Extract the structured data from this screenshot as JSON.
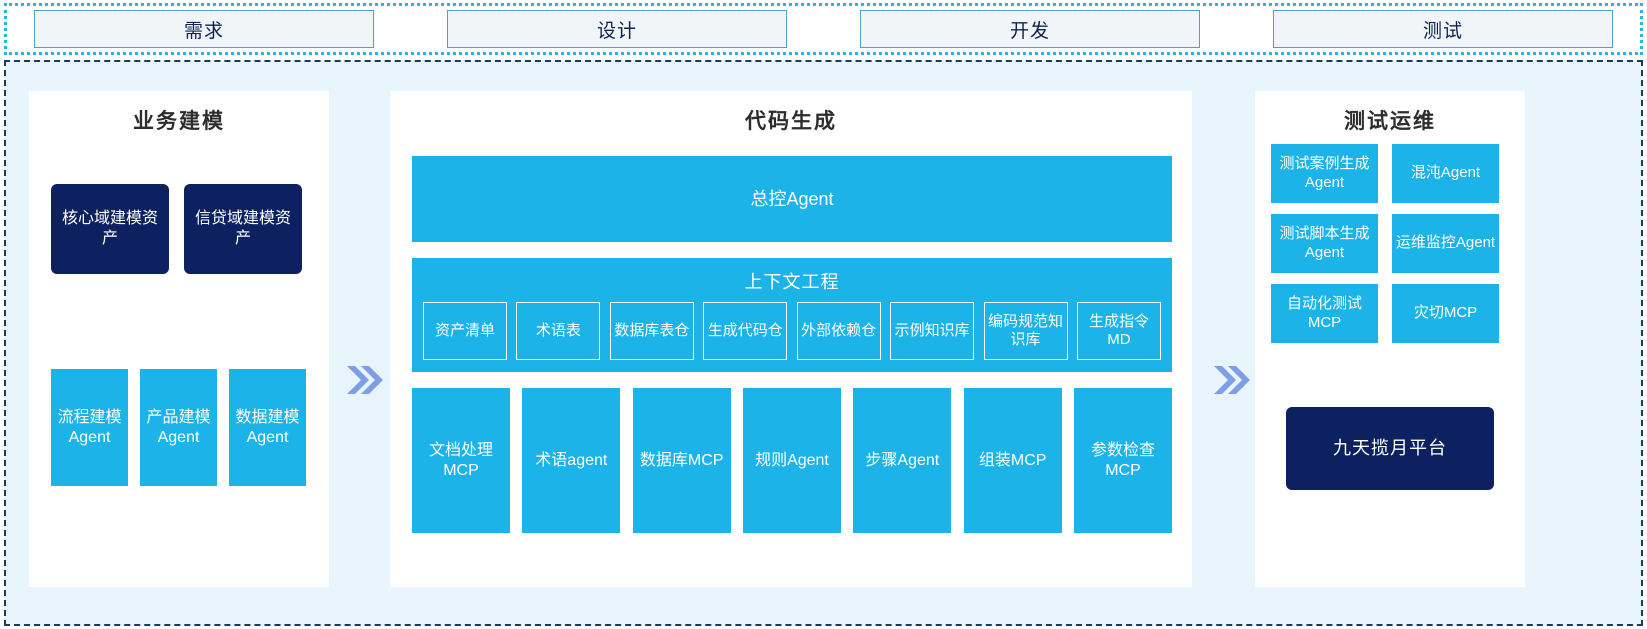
{
  "phases": [
    {
      "label": "需求"
    },
    {
      "label": "设计"
    },
    {
      "label": "开发"
    },
    {
      "label": "测试"
    }
  ],
  "colors": {
    "cyan": "#1cb4e8",
    "navy": "#0d2161",
    "background": "#e9f5fd",
    "chevron": "#7e9fe8",
    "phase_border": "#4ba4c0",
    "phase_fill": "#f1f5f8"
  },
  "business_modeling": {
    "title": "业务建模",
    "assets": [
      {
        "label": "核心域建模资产"
      },
      {
        "label": "信贷域建模资产"
      }
    ],
    "agents": [
      {
        "label": "流程建模Agent"
      },
      {
        "label": "产品建模Agent"
      },
      {
        "label": "数据建模Agent"
      }
    ]
  },
  "code_generation": {
    "title": "代码生成",
    "master_agent": "总控Agent",
    "context_engineering": {
      "title": "上下文工程",
      "items": [
        {
          "label": "资产清单"
        },
        {
          "label": "术语表"
        },
        {
          "label": "数据库表仓"
        },
        {
          "label": "生成代码仓"
        },
        {
          "label": "外部依赖仓"
        },
        {
          "label": "示例知识库"
        },
        {
          "label": "编码规范知识库"
        },
        {
          "label": "生成指令MD"
        }
      ]
    },
    "tools": [
      {
        "label": "文档处理MCP"
      },
      {
        "label": "术语agent"
      },
      {
        "label": "数据库MCP"
      },
      {
        "label": "规则Agent"
      },
      {
        "label": "步骤Agent"
      },
      {
        "label": "组装MCP"
      },
      {
        "label": "参数检查MCP"
      }
    ]
  },
  "test_ops": {
    "title": "测试运维",
    "items": [
      {
        "label": "测试案例生成Agent"
      },
      {
        "label": "混沌Agent"
      },
      {
        "label": "测试脚本生成Agent"
      },
      {
        "label": "运维监控Agent"
      },
      {
        "label": "自动化测试MCP"
      },
      {
        "label": "灾切MCP"
      }
    ],
    "platform": "九天揽月平台"
  },
  "flow_arrows": [
    {
      "name": "modeling-to-codegen"
    },
    {
      "name": "codegen-to-testops"
    }
  ]
}
